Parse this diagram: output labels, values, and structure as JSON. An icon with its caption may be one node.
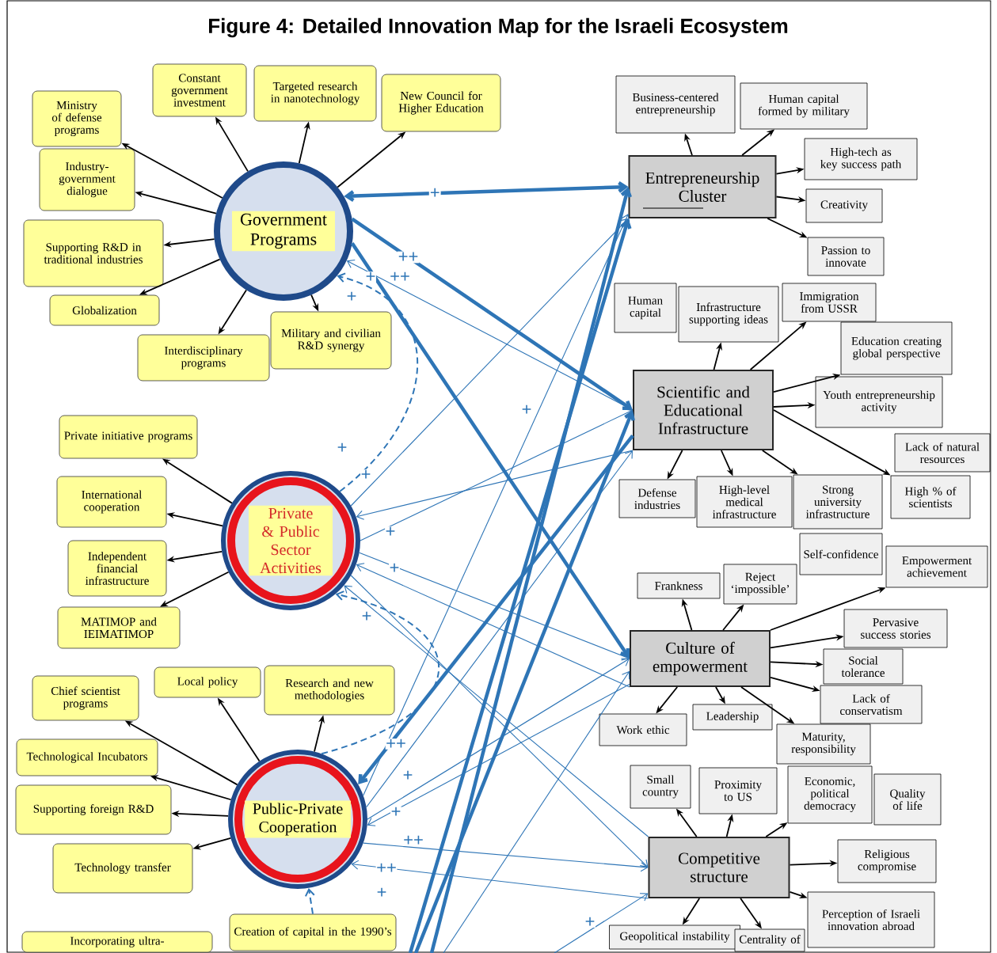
{
  "diagram": {
    "title": "Figure 4: Detailed Innovation Map for the Israeli Ecosystem",
    "nodes": [
      {
        "text": [
          "Government Programs"
        ]
      },
      {
        "text": [
          "Ministry of defense programs"
        ]
      },
      {
        "text": [
          "Constant government investment"
        ]
      },
      {
        "text": [
          "Targeted research in nanotechnology"
        ]
      },
      {
        "text": [
          "New Council for Higher Education"
        ]
      },
      {
        "text": [
          "Industry-government dialogue"
        ]
      },
      {
        "text": [
          "Supporting R&D in traditional industries"
        ]
      },
      {
        "text": [
          "Globalization"
        ]
      },
      {
        "text": [
          "Interdisciplinary programs"
        ]
      },
      {
        "text": [
          "Military and civilian R&D synergy"
        ]
      },
      {
        "text": [
          "Private & Public Sector Activities"
        ]
      },
      {
        "text": [
          "Private initiative programs"
        ]
      },
      {
        "text": [
          "International cooperation"
        ]
      },
      {
        "text": [
          "Independent financial infrastructure"
        ]
      },
      {
        "text": [
          "MATIMOP and IEIMATIMOP"
        ]
      },
      {
        "text": [
          "Public-Private Cooperation"
        ]
      },
      {
        "text": [
          "Chief scientist programs"
        ]
      },
      {
        "text": [
          "Local policy"
        ]
      },
      {
        "text": [
          "Research and new methodologies"
        ]
      },
      {
        "text": [
          "Technological Incubators"
        ]
      },
      {
        "text": [
          "Supporting foreign R&D"
        ]
      },
      {
        "text": [
          "Technology transfer"
        ]
      },
      {
        "text": [
          "Creation of capital in the 1990’s"
        ]
      },
      {
        "text": [
          "Incorporating ultra-"
        ]
      },
      {
        "text": [
          "Entrepreneurship Cluster"
        ]
      },
      {
        "text": [
          "Business-centered entrepreneurship"
        ]
      },
      {
        "text": [
          "Human capital formed by military"
        ]
      },
      {
        "text": [
          "High-tech as key success path"
        ]
      },
      {
        "text": [
          "Creativity"
        ]
      },
      {
        "text": [
          "Passion to innovate"
        ]
      },
      {
        "text": [
          "Scientific and Educational Infrastructure"
        ]
      },
      {
        "text": [
          "Human capital"
        ]
      },
      {
        "text": [
          "Infrastructure supporting ideas"
        ]
      },
      {
        "text": [
          "Immigration from USSR"
        ]
      },
      {
        "text": [
          "Education creating global perspective"
        ]
      },
      {
        "text": [
          "Youth entrepreneurship activity"
        ]
      },
      {
        "text": [
          "Lack of natural resources"
        ]
      },
      {
        "text": [
          "Defense industries"
        ]
      },
      {
        "text": [
          "High-level medical infrastructure"
        ]
      },
      {
        "text": [
          "Strong university infrastructure"
        ]
      },
      {
        "text": [
          "High % of scientists"
        ]
      },
      {
        "text": [
          "Culture of empowerment"
        ]
      },
      {
        "text": [
          "Frankness"
        ]
      },
      {
        "text": [
          "Reject ‘impossible’"
        ]
      },
      {
        "text": [
          "Self-confidence"
        ]
      },
      {
        "text": [
          "Empowerment achievement"
        ]
      },
      {
        "text": [
          "Pervasive success stories"
        ]
      },
      {
        "text": [
          "Social tolerance"
        ]
      },
      {
        "text": [
          "Lack of conservatism"
        ]
      },
      {
        "text": [
          "Work ethic"
        ]
      },
      {
        "text": [
          "Leadership"
        ]
      },
      {
        "text": [
          "Maturity, responsibility"
        ]
      },
      {
        "text": [
          "Competitive structure"
        ]
      },
      {
        "text": [
          "Small country"
        ]
      },
      {
        "text": [
          "Proximity to US"
        ]
      },
      {
        "text": [
          "Economic, political democracy"
        ]
      },
      {
        "text": [
          "Quality of life"
        ]
      },
      {
        "text": [
          "Religious compromise"
        ]
      },
      {
        "text": [
          "Perception of Israeli innovation abroad"
        ]
      },
      {
        "text": [
          "Geopolitical instability"
        ]
      },
      {
        "text": [
          "Centrality of"
        ]
      }
    ],
    "edges": [
      {
        "from": 0,
        "to": 1,
        "arrow": "to"
      },
      {
        "from": 0,
        "to": 2,
        "arrow": "to"
      },
      {
        "from": 0,
        "to": 3,
        "arrow": "to"
      },
      {
        "from": 0,
        "to": 4,
        "arrow": "to"
      },
      {
        "from": 0,
        "to": 5,
        "arrow": "to"
      },
      {
        "from": 0,
        "to": 6,
        "arrow": "to"
      },
      {
        "from": 0,
        "to": 7,
        "arrow": "to"
      },
      {
        "from": 0,
        "to": 8,
        "arrow": "to"
      },
      {
        "from": 0,
        "to": 9,
        "arrow": "to"
      },
      {
        "from": 10,
        "to": 11,
        "arrow": "to"
      },
      {
        "from": 10,
        "to": 12,
        "arrow": "to"
      },
      {
        "from": 10,
        "to": 13,
        "arrow": "to"
      },
      {
        "from": 10,
        "to": 14,
        "arrow": "to"
      },
      {
        "from": 15,
        "to": 16,
        "arrow": "to"
      },
      {
        "from": 15,
        "to": 17,
        "arrow": "to"
      },
      {
        "from": 15,
        "to": 18,
        "arrow": "to"
      },
      {
        "from": 15,
        "to": 19,
        "arrow": "to"
      },
      {
        "from": 15,
        "to": 20,
        "arrow": "to"
      },
      {
        "from": 15,
        "to": 21,
        "arrow": "to"
      },
      {
        "from": 24,
        "to": 25,
        "arrow": "to"
      },
      {
        "from": 24,
        "to": 26,
        "arrow": "to"
      },
      {
        "from": 24,
        "to": 27,
        "arrow": "to"
      },
      {
        "from": 24,
        "to": 28,
        "arrow": "to"
      },
      {
        "from": 24,
        "to": 29,
        "arrow": "to"
      },
      {
        "from": 30,
        "to": 32,
        "arrow": "to"
      },
      {
        "from": 30,
        "to": 33,
        "arrow": "to"
      },
      {
        "from": 30,
        "to": 34,
        "arrow": "to"
      },
      {
        "from": 30,
        "to": 35,
        "arrow": "to"
      },
      {
        "from": 30,
        "to": 37,
        "arrow": "to"
      },
      {
        "from": 30,
        "to": 38,
        "arrow": "to"
      },
      {
        "from": 30,
        "to": 39,
        "arrow": "to"
      },
      {
        "from": 30,
        "to": 40,
        "arrow": "to"
      },
      {
        "from": 41,
        "to": 42,
        "arrow": "to"
      },
      {
        "from": 41,
        "to": 43,
        "arrow": "to"
      },
      {
        "from": 41,
        "to": 45,
        "arrow": "to"
      },
      {
        "from": 41,
        "to": 46,
        "arrow": "to"
      },
      {
        "from": 41,
        "to": 47,
        "arrow": "to"
      },
      {
        "from": 41,
        "to": 48,
        "arrow": "to"
      },
      {
        "from": 41,
        "to": 49,
        "arrow": "to"
      },
      {
        "from": 41,
        "to": 50,
        "arrow": "to"
      },
      {
        "from": 41,
        "to": 51,
        "arrow": "to"
      },
      {
        "from": 52,
        "to": 53,
        "arrow": "to"
      },
      {
        "from": 52,
        "to": 54,
        "arrow": "to"
      },
      {
        "from": 52,
        "to": 55,
        "arrow": "to"
      },
      {
        "from": 52,
        "to": 57,
        "arrow": "to"
      },
      {
        "from": 52,
        "to": 58,
        "arrow": "to"
      },
      {
        "from": 52,
        "to": 59,
        "arrow": "to"
      },
      {
        "from": 52,
        "to": 60,
        "arrow": "to"
      },
      {
        "from": 0,
        "to": 24,
        "arrow": "both",
        "label": "+",
        "style": "thick",
        "color": "#2e75b6"
      },
      {
        "from": 0,
        "to": 30,
        "arrow": "to",
        "label": "++",
        "style": "thick",
        "color": "#2e75b6"
      },
      {
        "from": 0,
        "to": 41,
        "arrow": "to",
        "style": "thick",
        "color": "#2e75b6"
      },
      {
        "from": 30,
        "to": 0,
        "arrow": "to",
        "color": "#2e75b6"
      },
      {
        "from": 10,
        "to": 0,
        "arrow": "to",
        "style": "dashed",
        "color": "#2e75b6"
      },
      {
        "from": 15,
        "to": 10,
        "arrow": "to",
        "style": "dashed",
        "color": "#2e75b6"
      },
      {
        "from": 10,
        "to": 24,
        "arrow": "to",
        "color": "#2e75b6"
      },
      {
        "from": 10,
        "to": 30,
        "arrow": "to",
        "color": "#2e75b6"
      },
      {
        "from": 10,
        "to": 41,
        "arrow": "to",
        "color": "#2e75b6"
      },
      {
        "from": 10,
        "to": 52,
        "arrow": "to",
        "color": "#2e75b6"
      },
      {
        "from": 30,
        "to": 10,
        "arrow": "to",
        "color": "#2e75b6"
      },
      {
        "from": 41,
        "to": 10,
        "arrow": "to",
        "color": "#2e75b6"
      },
      {
        "from": 52,
        "to": 10,
        "arrow": "to",
        "color": "#2e75b6"
      },
      {
        "from": 30,
        "to": 15,
        "arrow": "to",
        "style": "thick",
        "color": "#2e75b6"
      },
      {
        "from": 15,
        "to": 24,
        "arrow": "to",
        "color": "#2e75b6"
      },
      {
        "from": 15,
        "to": 30,
        "arrow": "to",
        "color": "#2e75b6"
      },
      {
        "from": 15,
        "to": 41,
        "arrow": "to",
        "color": "#2e75b6"
      },
      {
        "from": 15,
        "to": 52,
        "arrow": "to",
        "color": "#2e75b6"
      },
      {
        "from": 41,
        "to": 15,
        "arrow": "to",
        "color": "#2e75b6"
      },
      {
        "from": 52,
        "to": 15,
        "arrow": "to",
        "color": "#2e75b6"
      },
      {
        "from": null,
        "to": 24,
        "arrow": "to",
        "style": "thick",
        "color": "#2e75b6"
      },
      {
        "from": null,
        "to": 24,
        "arrow": "to",
        "style": "thick",
        "color": "#2e75b6"
      },
      {
        "from": null,
        "to": 30,
        "arrow": "to",
        "style": "thick",
        "color": "#2e75b6"
      },
      {
        "from": null,
        "to": 41,
        "arrow": "to",
        "color": "#2e75b6"
      },
      {
        "from": null,
        "to": 52,
        "arrow": "to",
        "color": "#2e75b6"
      },
      {
        "from": 22,
        "to": 15,
        "arrow": "to",
        "style": "dashed",
        "color": "#2e75b6"
      }
    ],
    "labels": [
      "+",
      "++",
      "+",
      "+",
      "+",
      "+",
      "+",
      "+",
      "+",
      "++",
      "+",
      "+",
      "++",
      "++",
      "+",
      "+"
    ]
  }
}
